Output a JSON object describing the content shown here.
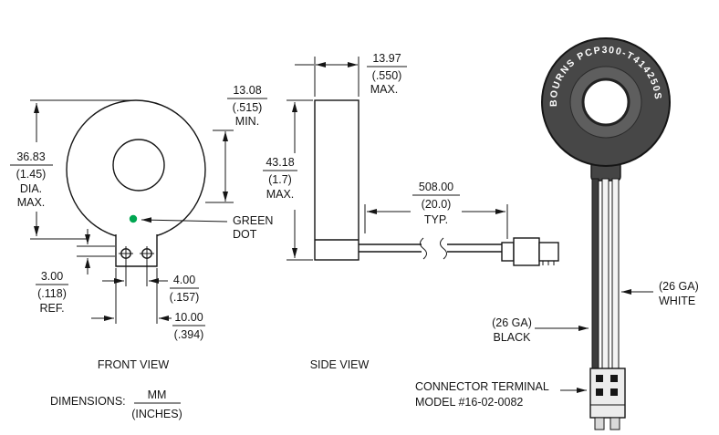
{
  "front_view": {
    "label": "FRONT VIEW",
    "dia_mm": "36.83",
    "dia_in": "(1.45)",
    "dia_l1": "DIA.",
    "dia_l2": "MAX.",
    "height_mm": "13.08",
    "height_in": "(.515)",
    "height_suffix": "MIN.",
    "green_dot_l1": "GREEN",
    "green_dot_l2": "DOT",
    "ref_mm": "3.00",
    "ref_in": "(.118)",
    "ref_suffix": "REF.",
    "hole_mm": "4.00",
    "hole_in": "(.157)",
    "tab_mm": "10.00",
    "tab_in": "(.394)"
  },
  "side_view": {
    "label": "SIDE VIEW",
    "width_mm": "13.97",
    "width_in": "(.550)",
    "width_suffix": "MAX.",
    "height_mm": "43.18",
    "height_in": "(1.7)",
    "height_suffix": "MAX.",
    "lead_mm": "508.00",
    "lead_in": "(20.0)",
    "lead_suffix": "TYP."
  },
  "rear_view": {
    "part_marking": "BOURNS PCP300-T414250S",
    "white_wire_l1": "(26 GA)",
    "white_wire_l2": "WHITE",
    "black_wire_l1": "(26 GA)",
    "black_wire_l2": "BLACK",
    "connector_l1": "CONNECTOR TERMINAL",
    "connector_l2": "MODEL #16-02-0082"
  },
  "dimensions_note": {
    "label": "DIMENSIONS:",
    "top": "MM",
    "bottom": "(INCHES)"
  },
  "colors": {
    "green_dot": "#00A651",
    "body_dark": "#474747",
    "line": "#151515"
  }
}
